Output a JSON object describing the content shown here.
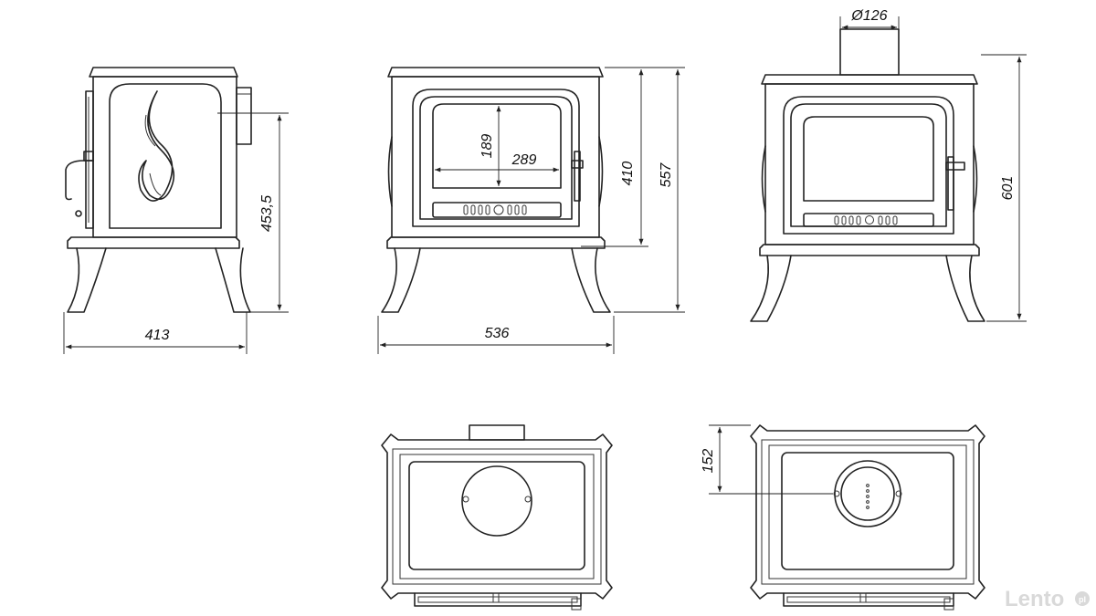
{
  "drawing": {
    "dimensions": {
      "side_depth": "413",
      "side_outlet_height": "453,5",
      "front_width": "536",
      "front_glass_height": "189",
      "front_glass_width": "289",
      "front_door_height": "410",
      "front_total_height": "557",
      "pipe_diameter": "Ø126",
      "back_total_height": "601",
      "top_outlet_offset": "152"
    },
    "watermark": {
      "brand": "Lento",
      "suffix": "pl"
    },
    "colors": {
      "line": "#222222",
      "background": "#ffffff",
      "watermark": "#d9d9d9"
    }
  }
}
